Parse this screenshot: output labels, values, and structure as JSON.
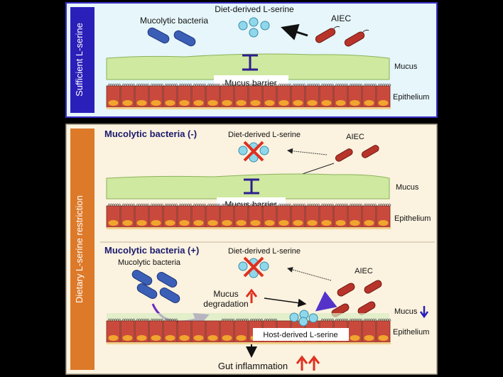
{
  "colors": {
    "panel_top_bg": "#e6f6fb",
    "panel_top_border": "#3a30c8",
    "panel_bottom_bg": "#fbf2df",
    "panel_bottom_border": "#a8a08a",
    "side_blue": "#2a1fb8",
    "side_orange": "#dd7a2a",
    "mucus": "#cfe9a0",
    "epithelium": "#c94a3c",
    "nucleus": "#f0a52e",
    "serine_bead": "#8fd8ec",
    "bacteria_blue": "#3b5fb7",
    "aiec_red": "#b8342a",
    "inhibit": "#2c1f8e",
    "red_arrow": "#e03020",
    "purple_arrow": "#5533c9"
  },
  "panel_top": {
    "side_label": "Sufficient L-serine",
    "label_mucolytic": "Mucolytic bacteria",
    "label_serine": "Diet-derived L-serine",
    "label_aiec": "AIEC",
    "label_mucus_barrier": "Mucus barrier",
    "label_mucus": "Mucus",
    "label_epithelium": "Epithelium"
  },
  "panel_bottom": {
    "side_label": "Dietary L-serine restriction",
    "sub1": {
      "title": "Mucolytic bacteria (-)",
      "label_serine": "Diet-derived L-serine",
      "label_aiec": "AIEC",
      "label_mucus_barrier": "Mucus barrier",
      "label_mucus": "Mucus",
      "label_epithelium": "Epithelium"
    },
    "sub2": {
      "title": "Mucolytic bacteria (+)",
      "label_serine": "Diet-derived L-serine",
      "label_mucolytic": "Mucolytic bacteria",
      "label_mucus_degradation_1": "Mucus",
      "label_mucus_degradation_2": "degradation",
      "label_aiec": "AIEC",
      "label_mucus": "Mucus",
      "label_host_serine": "Host-derived L-serine",
      "label_epithelium": "Epithelium",
      "label_inflammation": "Gut inflammation"
    }
  }
}
